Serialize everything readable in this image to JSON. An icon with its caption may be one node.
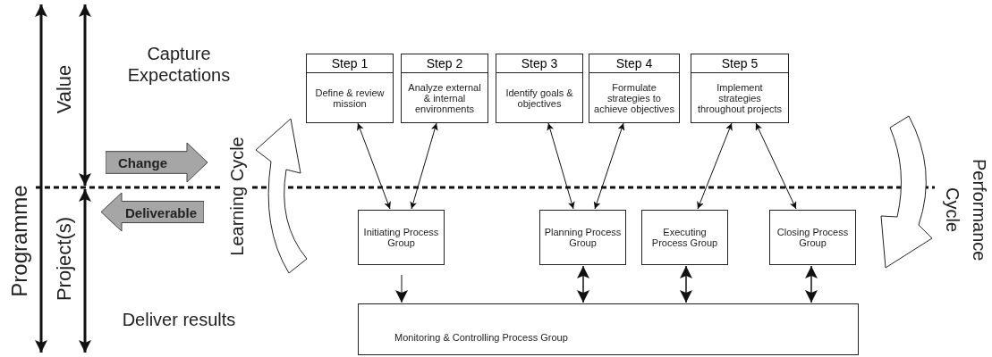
{
  "diagram": {
    "nodes": [
      {
        "text": [
          "Change"
        ]
      },
      {
        "text": [
          "Deliverable"
        ]
      },
      {
        "text": [
          "Step 1",
          "Define & review mission"
        ]
      },
      {
        "text": [
          "Step 2",
          "Analyze external & internal environments"
        ]
      },
      {
        "text": [
          "Step 3",
          "Identify goals & objectives"
        ]
      },
      {
        "text": [
          "Step 4",
          "Formulate strategies to achieve objectives"
        ]
      },
      {
        "text": [
          "Step 5",
          "Implement strategies throughout projects"
        ]
      },
      {
        "text": [
          "Initiating Process Group"
        ]
      },
      {
        "text": [
          "Planning Process Group"
        ]
      },
      {
        "text": [
          "Executing Process Group"
        ]
      },
      {
        "text": [
          "Closing Process Group"
        ]
      },
      {
        "text": [
          "Monitoring & Controlling Process Group"
        ]
      }
    ],
    "edges": [
      {
        "from": 2,
        "to": 7,
        "arrow": "both"
      },
      {
        "from": 3,
        "to": 7,
        "arrow": "both"
      },
      {
        "from": 4,
        "to": 8,
        "arrow": "both"
      },
      {
        "from": 5,
        "to": 8,
        "arrow": "both"
      },
      {
        "from": 6,
        "to": 9,
        "arrow": "both"
      },
      {
        "from": 6,
        "to": 10,
        "arrow": "both"
      },
      {
        "from": 7,
        "to": 11,
        "arrow": "to"
      },
      {
        "from": 8,
        "to": 11,
        "arrow": "both"
      },
      {
        "from": 9,
        "to": 11,
        "arrow": "both"
      },
      {
        "from": 10,
        "to": 11,
        "arrow": "both"
      }
    ],
    "labels": [
      "Programme",
      "Value",
      "Capture Expectations",
      "Project(s)",
      "Deliver results",
      "Learning Cycle",
      "Performance Cycle"
    ]
  }
}
